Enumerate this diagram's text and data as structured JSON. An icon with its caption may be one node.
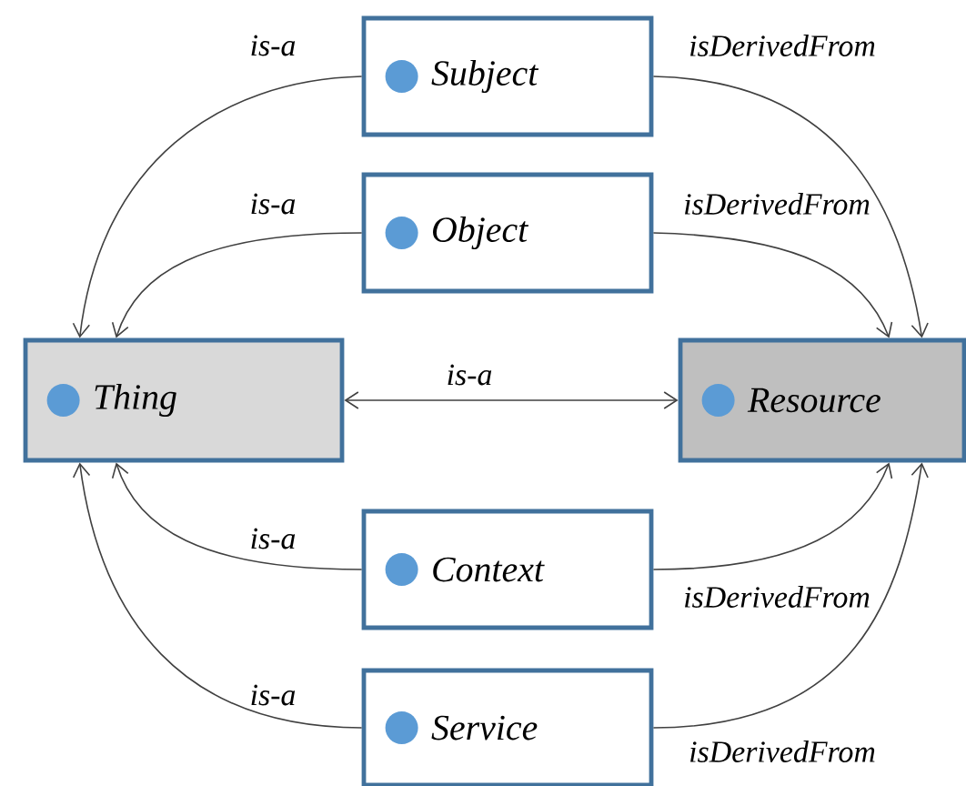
{
  "diagram": {
    "nodes": [
      {
        "text": [
          "Subject"
        ]
      },
      {
        "text": [
          "Object"
        ]
      },
      {
        "text": [
          "Thing"
        ]
      },
      {
        "text": [
          "Resource"
        ]
      },
      {
        "text": [
          "Context"
        ]
      },
      {
        "text": [
          "Service"
        ]
      }
    ],
    "edges": [
      {
        "from": 0,
        "to": 2,
        "arrow": "to",
        "label": "is-a"
      },
      {
        "from": 1,
        "to": 2,
        "arrow": "to",
        "label": "is-a"
      },
      {
        "from": 2,
        "to": 3,
        "arrow": "both",
        "label": "is-a"
      },
      {
        "from": 4,
        "to": 2,
        "arrow": "to",
        "label": "is-a"
      },
      {
        "from": 5,
        "to": 2,
        "arrow": "to",
        "label": "is-a"
      },
      {
        "from": 0,
        "to": 3,
        "arrow": "to",
        "label": "isDerivedFrom"
      },
      {
        "from": 1,
        "to": 3,
        "arrow": "to",
        "label": "isDerivedFrom"
      },
      {
        "from": 4,
        "to": 3,
        "arrow": "to",
        "label": "isDerivedFrom"
      },
      {
        "from": 5,
        "to": 3,
        "arrow": "to",
        "label": "isDerivedFrom"
      }
    ]
  }
}
